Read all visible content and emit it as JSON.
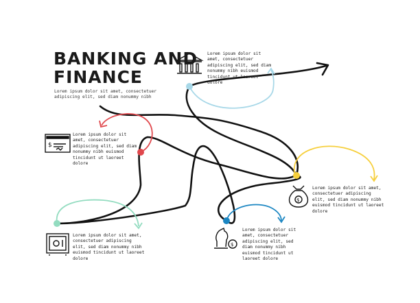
{
  "title": {
    "line1": "BANKING AND",
    "line2": "FINANCE"
  },
  "intro": "Lorem ipsum dolor sit amet, consectetuer adipiscing elit, sed diam nonummy nibh",
  "colors": {
    "path": "#111111",
    "light_blue": "#a8d8e8",
    "red": "#e0474c",
    "yellow": "#f6cf3c",
    "green": "#93dcc0",
    "blue": "#1b86c2"
  },
  "steps": [
    {
      "icon": "bank-icon",
      "text": "Lorem ipsum dolor sit amet, consectetuer adipiscing elit, sed diam nonummy nibh euismod tincidunt ut laoreet dolore"
    },
    {
      "icon": "payment-check-icon",
      "text": "Lorem ipsum dolor sit amet, consectetuer adipiscing elit, sed diam nonummy nibh euismod tincidunt ut laoreet dolore"
    },
    {
      "icon": "money-bag-icon",
      "text": "Lorem ipsum dolor sit amet, consectetuer adipiscing elit, sed diam nonummy nibh euismod tincidunt ut laoreet dolore"
    },
    {
      "icon": "safe-icon",
      "text": "Lorem ipsum dolor sit amet, consectetuer adipiscing elit, sed diam nonummy nibh euismod tincidunt ut laoreet dolore"
    },
    {
      "icon": "chess-knight-coin-icon",
      "text": "Lorem ipsum dolor sit amet, consectetuer adipiscing elit, sed diam nonummy nibh euismod tincidunt ut laoreet dolore"
    }
  ]
}
